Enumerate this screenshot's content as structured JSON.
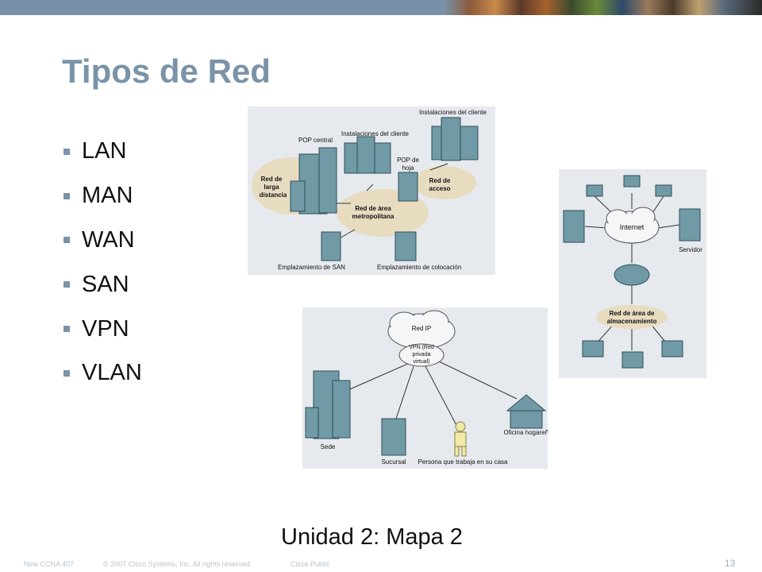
{
  "slide": {
    "title": "Tipos de Red",
    "bullets": [
      "LAN",
      "MAN",
      "WAN",
      "SAN",
      "VPN",
      "VLAN"
    ],
    "subtitle": "Unidad 2: Mapa 2",
    "page_number": "13"
  },
  "footer": {
    "course": "New CCNA 407",
    "copyright": "© 2007 Cisco Systems, Inc. All rights reserved.",
    "classification": "Cisco Public"
  },
  "man_diagram": {
    "wan_label_1": "Red de",
    "wan_label_2": "larga",
    "wan_label_3": "distancia",
    "central_pop": "POP central",
    "customer_site_1": "Instalaciones del cliente",
    "customer_site_2": "Instalaciones del cliente",
    "leaf_pop_1": "POP de",
    "leaf_pop_2": "hoja",
    "access_1": "Red de",
    "access_2": "acceso",
    "metro_1": "Red de área",
    "metro_2": "metropolitana",
    "san_site": "Emplazamiento de SAN",
    "colo_site": "Emplazamiento de colocación"
  },
  "san_diagram": {
    "internet": "Internet",
    "server": "Servidor",
    "san_1": "Red de área de",
    "san_2": "almacenamiento"
  },
  "vpn_diagram": {
    "ip_net": "Red IP",
    "vpn_1": "VPN (Red",
    "vpn_2": "privada",
    "vpn_3": "virtual)",
    "hq": "Sede",
    "branch": "Sucursal",
    "teleworker": "Persona que trabaja en su casa",
    "home_office": "Oficina hogareña"
  }
}
